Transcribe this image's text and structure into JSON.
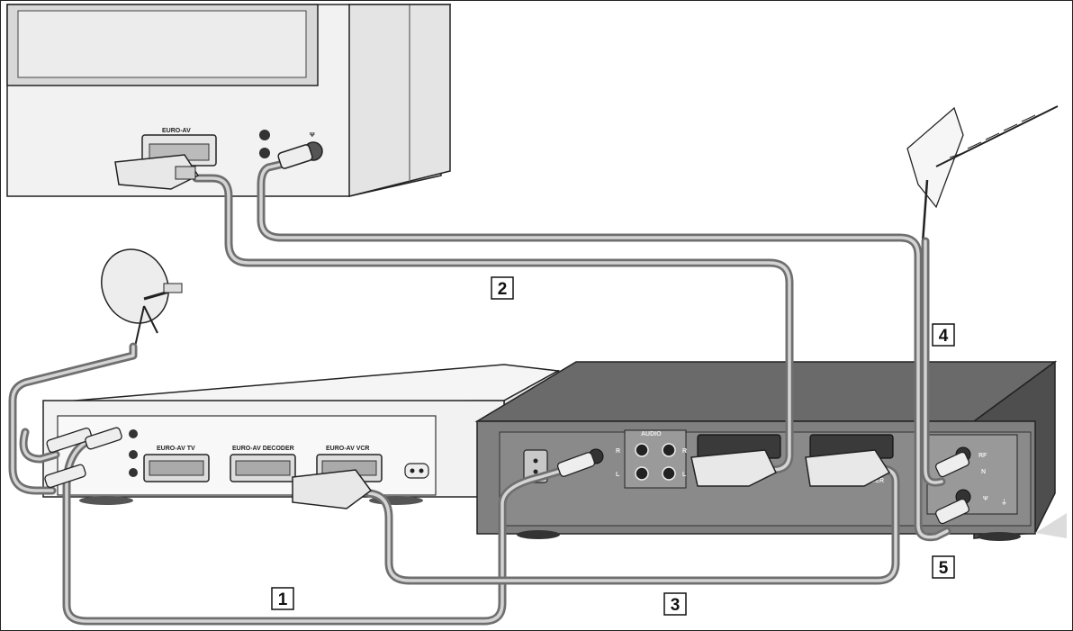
{
  "labels": {
    "tv_euro_av": "EURO-AV",
    "rx_euro_av_tv": "EURO-AV TV",
    "rx_euro_av_decoder": "EURO-AV DECODER",
    "rx_euro_av_vcr": "EURO-AV VCR",
    "vcr_audio": "AUDIO",
    "vcr_audio_r": "R",
    "vcr_audio_l": "L",
    "vcr_decoder": "DECODER",
    "vcr_rf_in": "RF",
    "vcr_rf_n": "N"
  },
  "callouts": [
    "1",
    "2",
    "3",
    "4",
    "5"
  ]
}
